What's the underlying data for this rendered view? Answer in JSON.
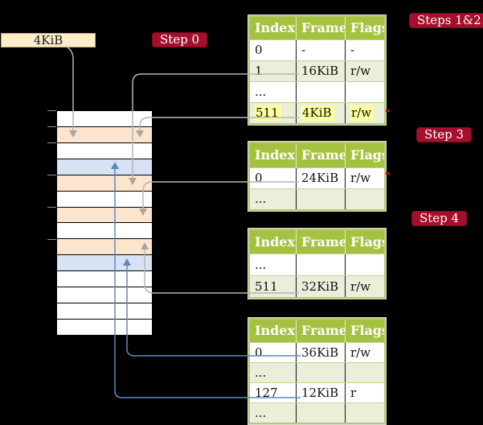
{
  "colors": {
    "badge_red": "#a50e2d",
    "header_green": "#a4c23f",
    "row_green": "#e9efd9",
    "peach": "#fce5cc",
    "blue_row": "#d7e3f4",
    "cream": "#fcecc9",
    "highlight": "#ffff9d",
    "gray_arrow": "#b5b5b5",
    "blue_arrow": "#6287bb"
  },
  "page_size_box": {
    "label": "4KiB"
  },
  "badges": {
    "step0": "Step 0",
    "steps12": "Steps 1&2",
    "step3": "Step 3",
    "step4": "Step 4"
  },
  "memory": {
    "rows": [
      "white",
      "peach",
      "white",
      "blue",
      "peach",
      "white",
      "peach",
      "white",
      "peach",
      "blue",
      "white",
      "white",
      "white",
      "white"
    ]
  },
  "tables": [
    {
      "id": "table-steps12",
      "headers": [
        "Index",
        "Frame",
        "Flags"
      ],
      "rows": [
        {
          "cells": [
            "0",
            "-",
            "-"
          ]
        },
        {
          "cells": [
            "1",
            "16KiB",
            "r/w"
          ]
        },
        {
          "cells": [
            "...",
            "",
            ""
          ]
        },
        {
          "cells": [
            "511",
            "4KiB",
            "r/w"
          ],
          "highlight": true
        }
      ]
    },
    {
      "id": "table-step3",
      "headers": [
        "Index",
        "Frame",
        "Flags"
      ],
      "rows": [
        {
          "cells": [
            "0",
            "24KiB",
            "r/w"
          ]
        },
        {
          "cells": [
            "...",
            "",
            ""
          ]
        }
      ]
    },
    {
      "id": "table-step4",
      "headers": [
        "Index",
        "Frame",
        "Flags"
      ],
      "rows": [
        {
          "cells": [
            "...",
            "",
            ""
          ]
        },
        {
          "cells": [
            "511",
            "32KiB",
            "r/w"
          ]
        }
      ]
    },
    {
      "id": "table-final",
      "headers": [
        "Index",
        "Frame",
        "Flags"
      ],
      "rows": [
        {
          "cells": [
            "0",
            "36KiB",
            "r/w"
          ]
        },
        {
          "cells": [
            "...",
            "",
            ""
          ]
        },
        {
          "cells": [
            "127",
            "12KiB",
            "r"
          ]
        },
        {
          "cells": [
            "...",
            "",
            ""
          ]
        }
      ]
    }
  ]
}
